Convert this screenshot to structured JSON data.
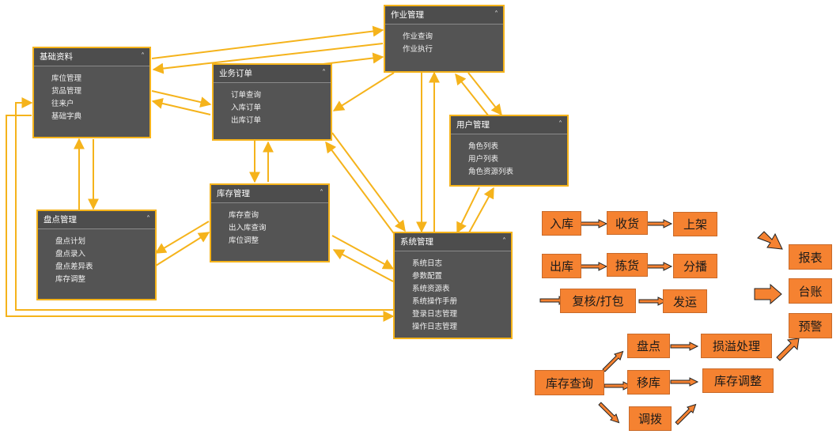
{
  "modules": {
    "basic": {
      "title": "基础资料",
      "items": [
        "库位管理",
        "货品管理",
        "往来户",
        "基础字典"
      ]
    },
    "job": {
      "title": "作业管理",
      "items": [
        "作业查询",
        "作业执行"
      ]
    },
    "order": {
      "title": "业务订单",
      "items": [
        "订单查询",
        "入库订单",
        "出库订单"
      ]
    },
    "user": {
      "title": "用户管理",
      "items": [
        "角色列表",
        "用户列表",
        "角色资源列表"
      ]
    },
    "inventory": {
      "title": "库存管理",
      "items": [
        "库存查询",
        "出入库查询",
        "库位调整"
      ]
    },
    "stocktake": {
      "title": "盘点管理",
      "items": [
        "盘点计划",
        "盘点录入",
        "盘点差异表",
        "库存调整"
      ]
    },
    "system": {
      "title": "系统管理",
      "items": [
        "系统日志",
        "参数配置",
        "系统资源表",
        "系统操作手册",
        "登录日志管理",
        "操作日志管理"
      ]
    }
  },
  "caret": "˄",
  "flow": {
    "inbound": "入库",
    "receive": "收货",
    "putaway": "上架",
    "outbound": "出库",
    "pick": "拣货",
    "distribute": "分播",
    "recheck": "复核/打包",
    "ship": "发运",
    "report": "报表",
    "ledger": "台账",
    "alert": "预警",
    "stockquery": "库存查询",
    "count": "盘点",
    "move": "移库",
    "transfer": "调拨",
    "lossgain": "损溢处理",
    "adjust": "库存调整"
  },
  "colors": {
    "module_bg": "#545454",
    "module_border": "#f5b31b",
    "box_bg": "#f58231",
    "edge": "#f5b31b"
  }
}
